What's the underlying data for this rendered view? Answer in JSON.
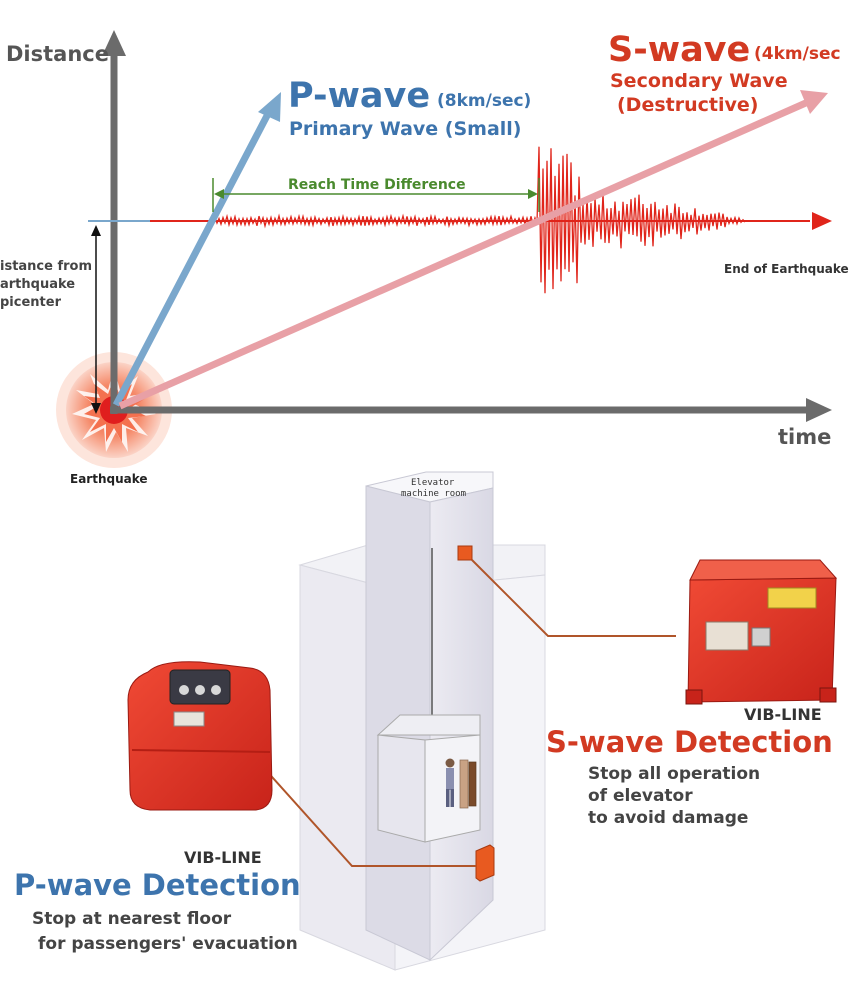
{
  "graph": {
    "y_axis_label": "Distance",
    "x_axis_label": "time",
    "p_wave": {
      "title": "P-wave",
      "speed": "(8km/sec)",
      "subtitle": "Primary Wave (Small)",
      "color": "#7aa7cc"
    },
    "s_wave": {
      "title": "S-wave",
      "speed": "(4km/sec",
      "subtitle_line1": "Secondary Wave",
      "subtitle_line2": "(Destructive)",
      "color": "#e8a0a6"
    },
    "reach_time_label": "Reach Time Difference",
    "end_label": "End of Earthquake",
    "distance_label": [
      "istance from",
      "arthquake",
      "picenter"
    ],
    "earthquake_label": "Earthquake",
    "seismogram_color": "#e0251b",
    "axis_color": "#6b6b6b"
  },
  "building": {
    "machine_room_label": [
      "Elevator",
      "machine room"
    ]
  },
  "s_detection": {
    "product": "VIB-LINE",
    "title": "S-wave Detection",
    "description": [
      "Stop all operation",
      "of elevator",
      "to avoid damage"
    ]
  },
  "p_detection": {
    "product": "VIB-LINE",
    "title": "P-wave Detection",
    "description": [
      "Stop at nearest floor",
      "for passengers' evacuation"
    ]
  },
  "colors": {
    "p_blue": "#3d74ad",
    "s_red": "#d23a22",
    "green": "#4a8a2e",
    "device_red": "#e2362a"
  }
}
